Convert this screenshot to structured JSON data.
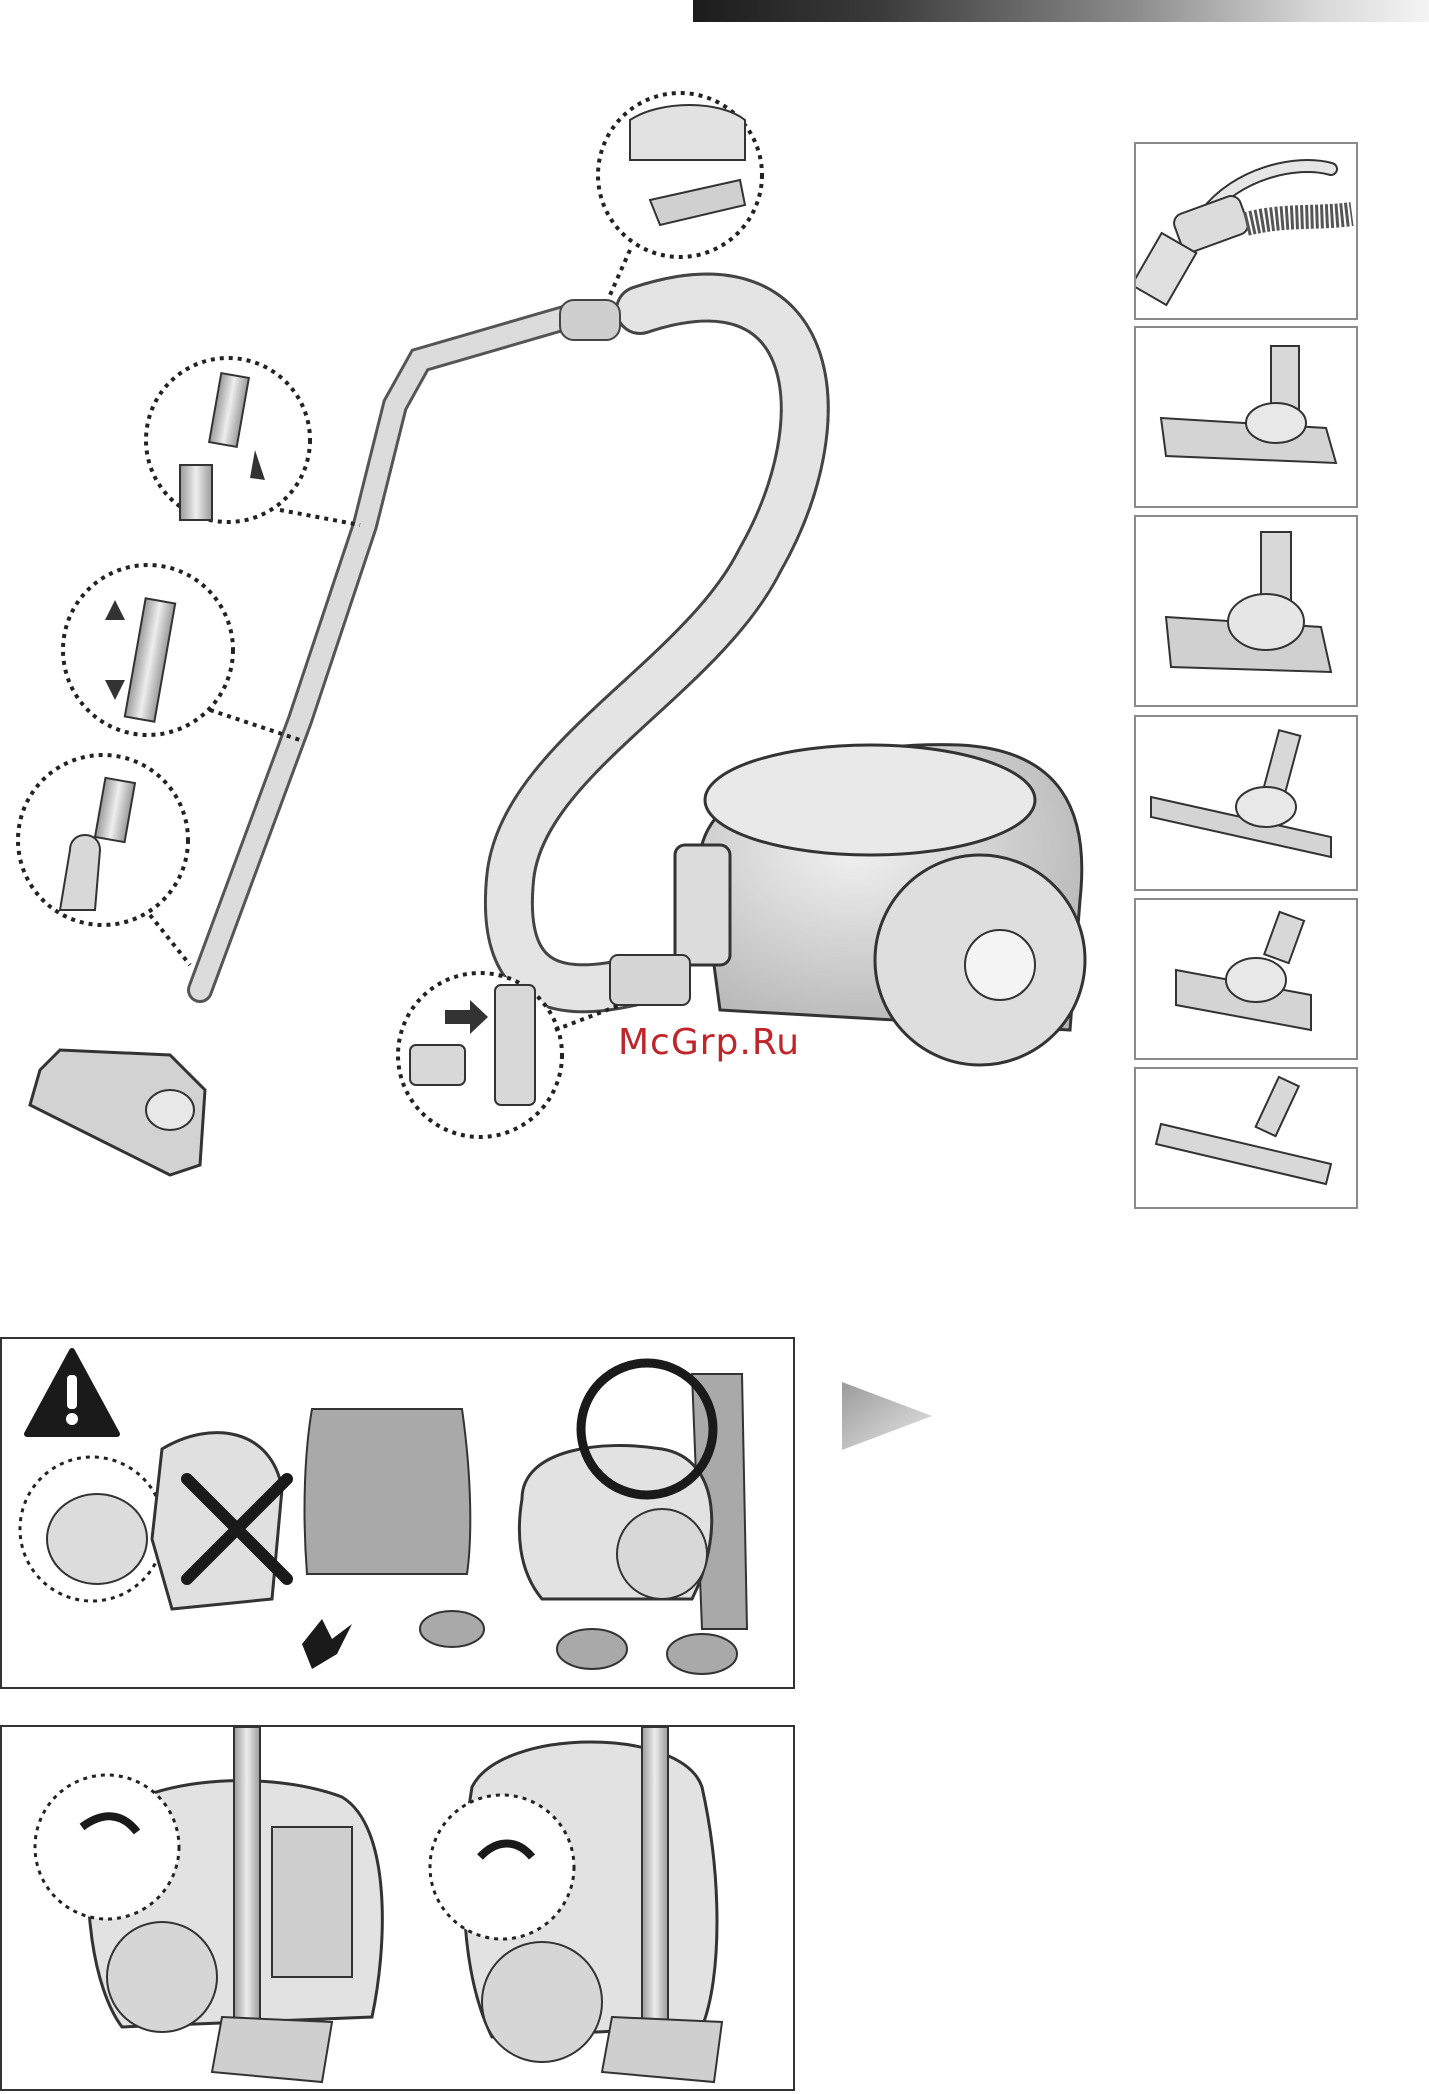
{
  "watermark": {
    "text": "McGrp.Ru"
  },
  "accessories": [
    {
      "name": "hose-handle"
    },
    {
      "name": "floor-brush"
    },
    {
      "name": "combination-brush"
    },
    {
      "name": "parquet-brush"
    },
    {
      "name": "turbo-brush"
    },
    {
      "name": "hard-floor-brush"
    }
  ],
  "icons": {
    "warning": "warning-triangle-icon",
    "pointer": "play-arrow-icon"
  },
  "colors": {
    "line": "#333333",
    "fill": "#e2e2e2",
    "shade": "#a9a9a9",
    "watermark": "#c0252a"
  }
}
